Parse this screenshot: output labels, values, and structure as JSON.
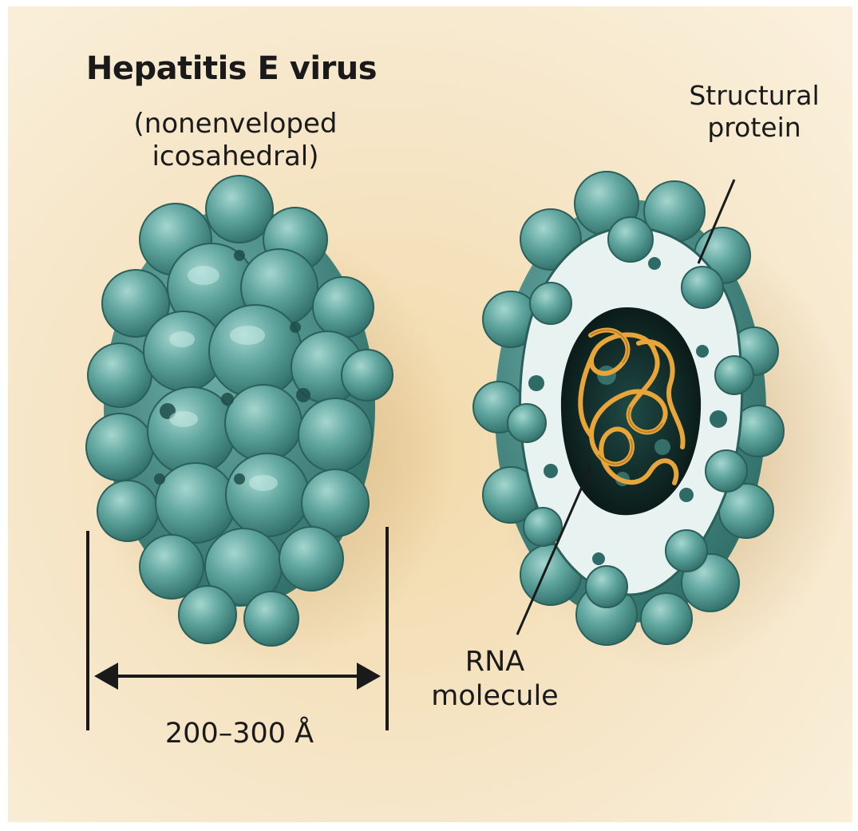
{
  "diagram": {
    "title": "Hepatitis E virus",
    "subtitle": "(nonenveloped icosahedral)",
    "labels": {
      "structural_protein_line1": "Structural",
      "structural_protein_line2": "protein",
      "rna_line1": "RNA",
      "rna_line2": "molecule",
      "size": "200–300 Å"
    },
    "figures": [
      {
        "name": "intact-virion",
        "description_shown": "exterior view"
      },
      {
        "name": "cross-section",
        "description_shown": "cutaway view"
      }
    ]
  },
  "colors": {
    "background": "#f6e7cc",
    "capsid": "#4f9b95",
    "capsid_light": "#8ec8c0",
    "capsid_dark": "#2d6b66",
    "cut_face": "#e8f2f0",
    "core": "#0f2422",
    "rna": "#e8a53a",
    "text": "#1a1a1a"
  }
}
